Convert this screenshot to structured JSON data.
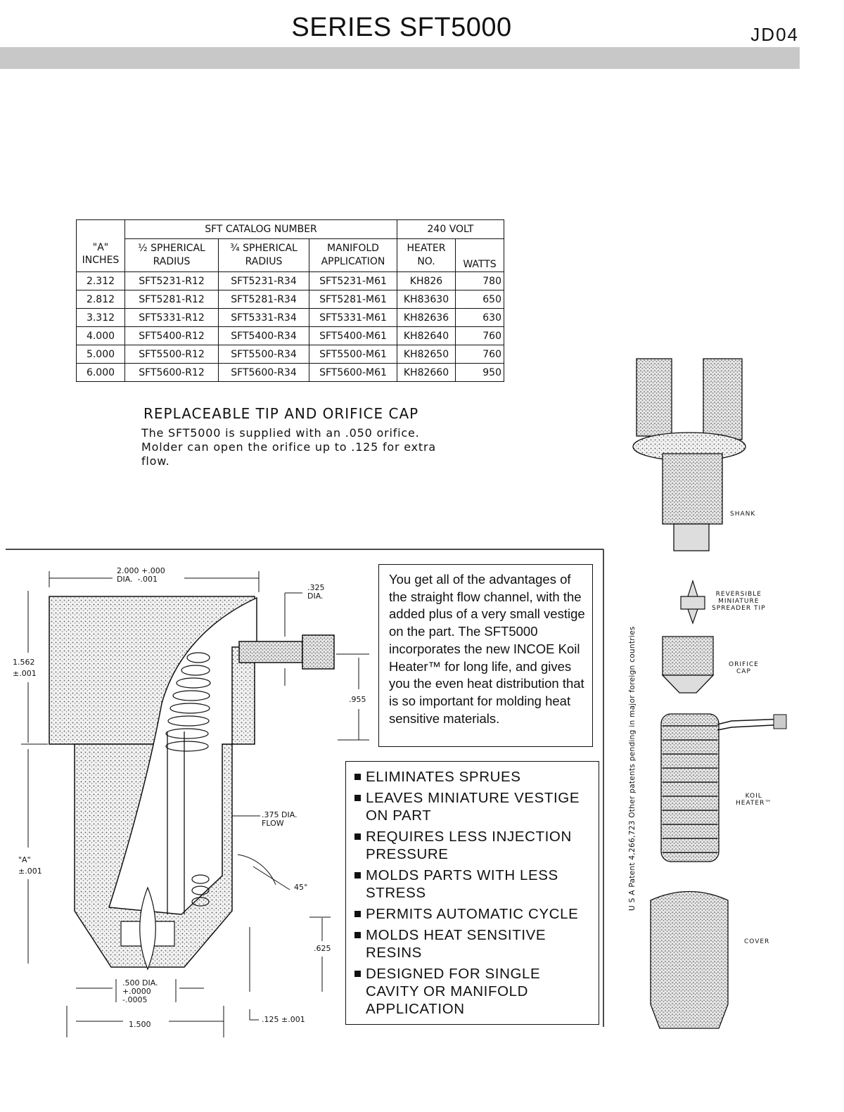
{
  "header": {
    "title": "SERIES SFT5000",
    "code": "JD04"
  },
  "table": {
    "group_catalog": "SFT CATALOG NUMBER",
    "group_volt": "240 VOLT",
    "columns": [
      "\"A\"\nINCHES",
      "½ SPHERICAL\nRADIUS",
      "¾ SPHERICAL\nRADIUS",
      "MANIFOLD\nAPPLICATION",
      "HEATER\nNO.",
      "WATTS"
    ],
    "rows": [
      [
        "2.312",
        "SFT5231-R12",
        "SFT5231-R34",
        "SFT5231-M61",
        "KH826",
        "780"
      ],
      [
        "2.812",
        "SFT5281-R12",
        "SFT5281-R34",
        "SFT5281-M61",
        "KH83630",
        "650"
      ],
      [
        "3.312",
        "SFT5331-R12",
        "SFT5331-R34",
        "SFT5331-M61",
        "KH82636",
        "630"
      ],
      [
        "4.000",
        "SFT5400-R12",
        "SFT5400-R34",
        "SFT5400-M61",
        "KH82640",
        "760"
      ],
      [
        "5.000",
        "SFT5500-R12",
        "SFT5500-R34",
        "SFT5500-M61",
        "KH82650",
        "760"
      ],
      [
        "6.000",
        "SFT5600-R12",
        "SFT5600-R34",
        "SFT5600-M61",
        "KH82660",
        "950"
      ]
    ]
  },
  "replaceable": {
    "title": "REPLACEABLE TIP AND ORIFICE CAP",
    "text": "The SFT5000 is supplied with an .050 orifice. Molder can open the orifice up to .125 for extra flow."
  },
  "advantages": "You get all of the advantages of the straight flow channel, with the added plus of a very small vestige on the part. The SFT5000 incorporates the new INCOE Koil Heater™ for long life, and gives you the even heat distribution that is so important for molding heat sensitive materials.",
  "features": [
    "ELIMINATES SPRUES",
    "LEAVES MINIATURE VESTIGE ON PART",
    "REQUIRES LESS INJECTION PRESSURE",
    "MOLDS PARTS WITH LESS STRESS",
    "PERMITS AUTOMATIC CYCLE",
    "MOLDS HEAT SENSITIVE RESINS",
    "DESIGNED FOR SINGLE CAVITY OR MANIFOLD APPLICATION"
  ],
  "dimensions": {
    "top_width": "2.000 +.000\nDIA.  -.001",
    "inlet_dia": ".325\nDIA.",
    "height_1562": "1.562\n±.001",
    "inlet_955": ".955",
    "flow_dia": ".375 DIA.\nFLOW",
    "angle": "45°",
    "a_dim": "\"A\"\n±.001",
    "tip_625": ".625",
    "orifice_dia": ".500 DIA.\n+.0000\n-.0005",
    "base_width": "1.500",
    "tip_125": ".125 ±.001"
  },
  "parts": {
    "shank": "SHANK",
    "spreader": "REVERSIBLE\nMINIATURE\nSPREADER TIP",
    "orifice": "ORIFICE\nCAP",
    "heater": "KOIL\nHEATER™",
    "cover": "COVER"
  },
  "patent": "U S A Patent 4,266,723  Other patents pending in major foreign countries"
}
